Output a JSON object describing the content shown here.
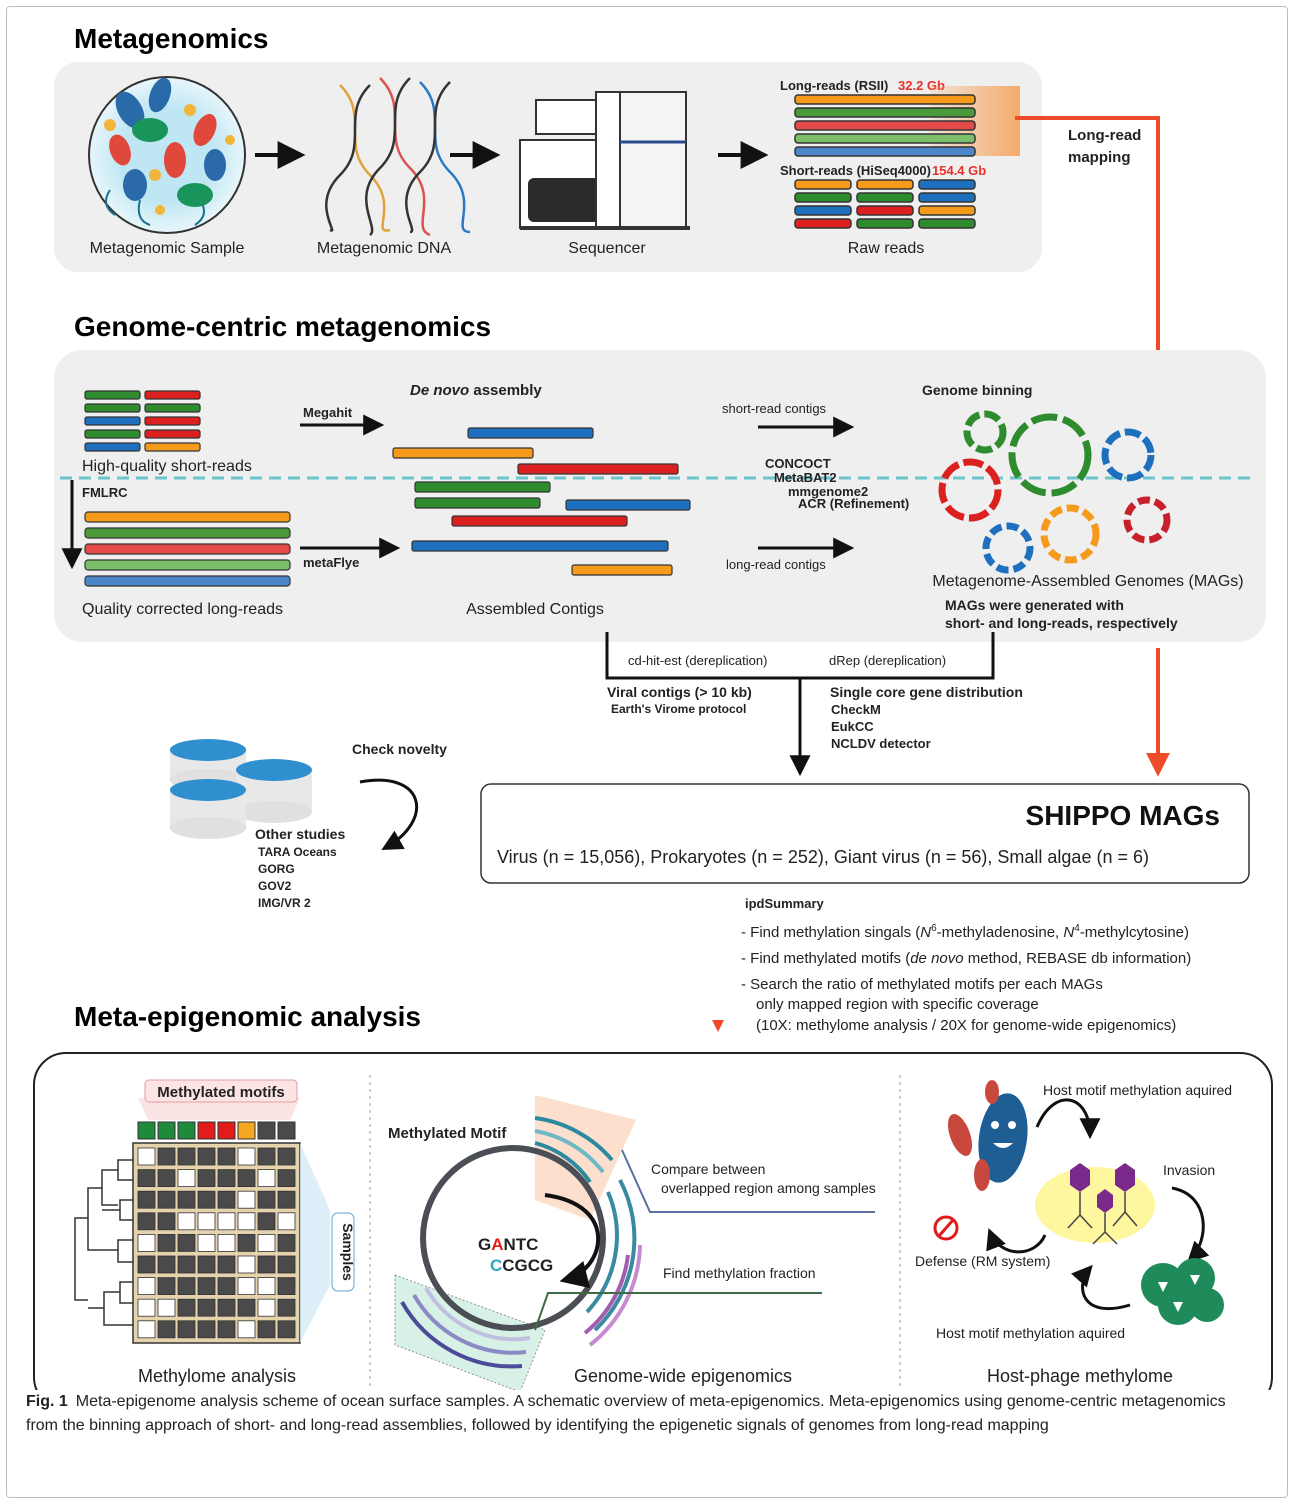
{
  "sections": {
    "metagenomics": "Metagenomics",
    "genome_centric": "Genome-centric metagenomics",
    "meta_epigenomic": "Meta-epigenomic analysis"
  },
  "metagenomics": {
    "sample_label": "Metagenomic Sample",
    "dna_label": "Metagenomic DNA",
    "sequencer_label": "Sequencer",
    "raw_label": "Raw reads",
    "long_reads_label": "Long-reads (RSII)",
    "long_reads_size": "32.2 Gb",
    "short_reads_label": "Short-reads (HiSeq4000)",
    "short_reads_size": "154.4 Gb",
    "long_read_mapping_1": "Long-read",
    "long_read_mapping_2": "mapping"
  },
  "genome_centric": {
    "hq_short_reads": "High-quality short-reads",
    "fmlrc": "FMLRC",
    "corrected_long_reads": "Quality corrected long-reads",
    "megahit": "Megahit",
    "metaflye": "metaFlye",
    "de_novo_1": "De novo",
    "de_novo_2": " assembly",
    "assembled_contigs": "Assembled Contigs",
    "short_read_contigs": "short-read contigs",
    "long_read_contigs": "long-read contigs",
    "binners": [
      "CONCOCT",
      "MetaBAT2",
      "mmgenome2",
      "ACR (Refinement)"
    ],
    "genome_binning": "Genome binning",
    "mags_label": "Metagenome-Assembled Genomes (MAGs)",
    "mags_note_1": "MAGs were generated with",
    "mags_note_2": "short- and long-reads, respectively"
  },
  "dereplication": {
    "cdhit": "cd-hit-est (dereplication)",
    "drep": "dRep (dereplication)",
    "viral_title": "Viral contigs (> 10 kb)",
    "viral_protocol": "Earth's Virome protocol",
    "single_core_title": "Single core gene distribution",
    "tools": [
      "CheckM",
      "EukCC",
      "NCLDV detector"
    ]
  },
  "novelty": {
    "check": "Check novelty",
    "other_studies": "Other studies",
    "studies": [
      "TARA Oceans",
      "GORG",
      "GOV2",
      "IMG/VR 2"
    ]
  },
  "shippo": {
    "title": "SHIPPO MAGs",
    "counts": "Virus (n = 15,056), Prokaryotes (n = 252), Giant virus (n = 56), Small algae (n = 6)"
  },
  "ipd": {
    "title": "ipdSummary",
    "line1_a": "- Find methylation singals (",
    "line1_b": "N",
    "line1_c": "6",
    "line1_d": "-methyladenosine, ",
    "line1_e": "N",
    "line1_f": "4",
    "line1_g": "-methylcytosine)",
    "line2_a": "- Find methylated motifs (",
    "line2_b": "de novo",
    "line2_c": " method, REBASE db information)",
    "line3": "- Search the ratio of methylated motifs per each MAGs",
    "line4": "only mapped region with specific coverage",
    "line5": "(10X: methylome analysis / 20X for genome-wide epigenomics)"
  },
  "epigenomic": {
    "methylated_motifs": "Methylated motifs",
    "samples": "Samples",
    "methylome_analysis": "Methylome analysis",
    "methylated_motif": "Methylated Motif",
    "motif1_a": "G",
    "motif1_b": "A",
    "motif1_c": "NTC",
    "motif2_a": "C",
    "motif2_b": "CGCG",
    "compare_1": "Compare between",
    "compare_2": "overlapped region among samples",
    "find_fraction": "Find methylation fraction",
    "genome_wide": "Genome-wide epigenomics",
    "host_acq_top": "Host motif methylation aquired",
    "invasion": "Invasion",
    "defense": "Defense (RM system)",
    "host_acq_bottom": "Host motif methylation aquired",
    "host_phage": "Host-phage methylome"
  },
  "caption": {
    "label": "Fig. 1",
    "text": "Meta-epigenome analysis scheme of ocean surface samples. A schematic overview of meta-epigenomics. Meta-epigenomics using genome-centric metagenomics from the binning approach of short- and long-read assemblies, followed by identifying the epigenetic signals of genomes from long-read mapping"
  },
  "colors": {
    "red_arrow": "#ee4b2b",
    "highlight_red": "#e8312a",
    "teal_dash": "#6cc5cc",
    "orange": "#f59a1b",
    "green": "#2e8b2e",
    "red": "#dc2020",
    "blue": "#1f6fbf",
    "panel_gray": "#efefef",
    "db_blue": "#2f8fcf"
  }
}
